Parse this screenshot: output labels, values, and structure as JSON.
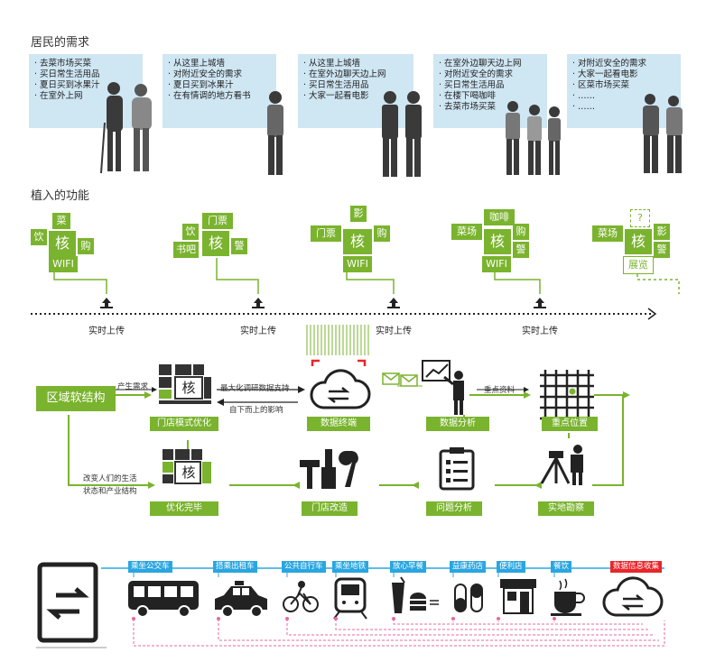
{
  "residents": {
    "title": "居民的需求",
    "groups": [
      {
        "items": [
          "· 去菜市场买菜",
          "· 买日常生活用品",
          "· 夏日买到冰果汁",
          "· 在室外上网"
        ]
      },
      {
        "items": [
          "· 从这里上城墙",
          "· 对附近安全的需求",
          "· 夏日买到冰果汁",
          "· 在有情调的地方看书"
        ]
      },
      {
        "items": [
          "· 从这里上城墙",
          "· 在室外边聊天边上网",
          "· 买日常生活用品",
          "· 大家一起看电影"
        ]
      },
      {
        "items": [
          "· 在室外边聊天边上网",
          "· 对附近安全的需求",
          "· 买日常生活用品",
          "· 在楼下喝咖啡",
          "· 去菜市场买菜"
        ]
      },
      {
        "items": [
          "· 对附近安全的需求",
          "· 大家一起看电影",
          "· 区菜市场买菜",
          "· ……",
          "· ……"
        ]
      }
    ]
  },
  "functions": {
    "title": "植入的功能",
    "clusters": [
      {
        "core": "核",
        "top": "菜",
        "left": "饮",
        "right": "购",
        "bottom": "WIFI"
      },
      {
        "core": "核",
        "top": "门票",
        "left": "饮",
        "left2": "书吧",
        "right": "警"
      },
      {
        "core": "核",
        "top": "影",
        "left": "门票",
        "right": "购",
        "bottom": "WIFI"
      },
      {
        "core": "核",
        "top": "咖啡",
        "left": "菜场",
        "right": "购",
        "right2": "警",
        "bottom": "WIFI"
      },
      {
        "core": "核",
        "top": "?",
        "left": "菜场",
        "right": "影",
        "right2": "警",
        "bottom": "展览"
      }
    ],
    "upload_label": "实时上传"
  },
  "flow": {
    "region_label": "区域软结构",
    "generate_demand": "产生需求",
    "node_store_opt": "门店模式优化",
    "node_data_terminal": "数据终端",
    "node_data_analysis": "数据分析",
    "node_key_position": "重点位置",
    "node_field_survey": "实地勘察",
    "node_problem_analysis": "问题分析",
    "node_store_reform": "门店改造",
    "node_opt_done": "优化完毕",
    "text_support": "最大化调研数据支持",
    "text_influence": "自下而上的影响",
    "text_key_data": "重点资料",
    "text_change_life": "改变人们的生活",
    "text_change_life2": "状态和产业结构",
    "core_char": "核"
  },
  "transport": {
    "labels": [
      "乘坐公交车",
      "搭乘出租车",
      "公共自行车",
      "乘坐地铁",
      "放心早餐",
      "益康药店",
      "便利店",
      "餐饮"
    ],
    "collect_label": "数据信息收集"
  },
  "colors": {
    "green": "#7ab32e",
    "blue": "#2aa6e0",
    "red": "#e8262b",
    "box": "#cfe6f3"
  }
}
